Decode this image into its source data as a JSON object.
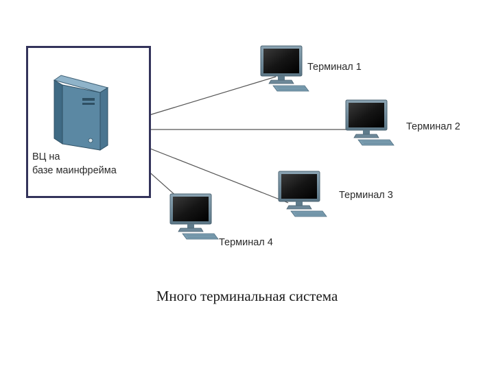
{
  "mainframe": {
    "label_line1": "ВЦ на",
    "label_line2": "базе маинфрейма",
    "icon": "server-tower-icon"
  },
  "terminals": [
    {
      "label": "Терминал 1",
      "icon": "monitor-icon"
    },
    {
      "label": "Терминал 2",
      "icon": "monitor-icon"
    },
    {
      "label": "Терминал 3",
      "icon": "monitor-icon"
    },
    {
      "label": "Терминал 4",
      "icon": "monitor-icon"
    }
  ],
  "caption": "Много терминальная система",
  "colors": {
    "box_border": "#33335a",
    "server_body": "#5b88a3",
    "monitor_frame": "#6e8a9b",
    "screen": "#111111",
    "keyboard": "#6f93a8",
    "link_line": "#555555"
  }
}
